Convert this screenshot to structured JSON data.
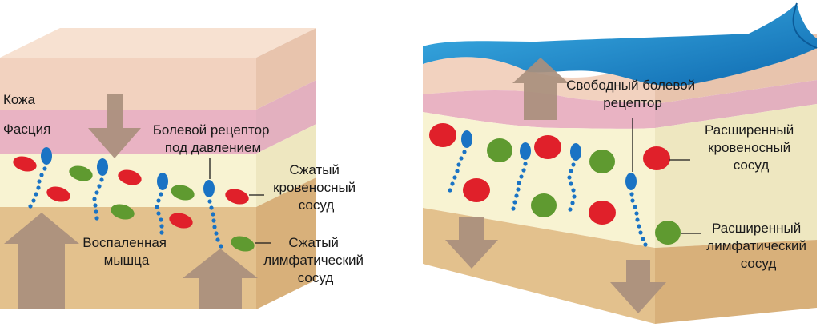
{
  "left_panel": {
    "skin_label": "Кожа",
    "fascia_label": "Фасция",
    "pain_receptor_label": [
      "Болевой рецептор",
      "под давлением"
    ],
    "blood_vessel_label": [
      "Сжатый",
      "кровеносный",
      "сосуд"
    ],
    "muscle_label": [
      "Воспаленная",
      "мышца"
    ],
    "lymph_vessel_label": [
      "Сжатый",
      "лимфатический",
      "сосуд"
    ]
  },
  "right_panel": {
    "pain_receptor_label": [
      "Свободный болевой",
      "рецептор"
    ],
    "blood_vessel_label": [
      "Расширенный",
      "кровеносный",
      "сосуд"
    ],
    "lymph_vessel_label": [
      "Расширенный",
      "лимфатический",
      "сосуд"
    ]
  },
  "colors": {
    "skin": "#f2d2bf",
    "fascia": "#e9b3c3",
    "fat": "#f8f3d2",
    "muscle": "#e3c18d",
    "blood_vessel": "#e0202a",
    "lymph_vessel": "#5f9a30",
    "nerve": "#1a73c4",
    "arrow": "#a98f7d",
    "cover": "#1d8fd0"
  }
}
